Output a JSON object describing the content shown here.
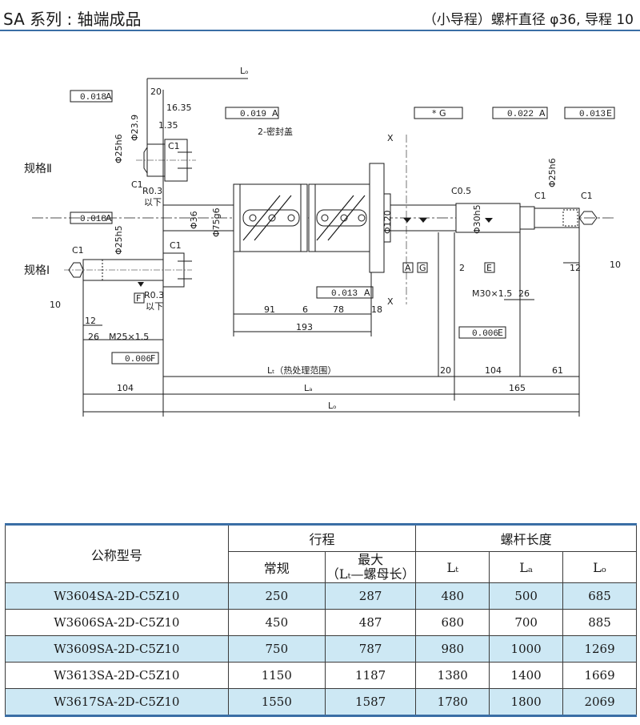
{
  "header": {
    "title": "SA 系列 : 轴端成品",
    "subtitle": "（小导程）螺杆直径 φ36, 导程 10",
    "accent_color": "#3a6ea5"
  },
  "drawing": {
    "spec2_label": "规格Ⅱ",
    "spec1_label": "规格Ⅰ",
    "seal_label": "2-密封盖",
    "tol_a": "0.018",
    "tol_b": "0.018",
    "tol_c": "0.019",
    "tol_d": "0.022",
    "tol_e": "0.013",
    "tol_f": "0.013",
    "tol_g": "0.006",
    "tol_h": "0.006",
    "ref_a": "A",
    "ref_e": "E",
    "ref_f": "F",
    "ref_g": "G",
    "star_g": "* G",
    "dim_20a": "20",
    "dim_1635": "16.35",
    "dim_135": "1.35",
    "dia_239": "Φ23.9",
    "dia_25h6": "Φ25h6",
    "dia_25h5": "Φ25h5",
    "dia_36": "Φ36",
    "dia_75": "Φ75g6",
    "dia_120": "Φ120",
    "dia_30h5": "Φ30h5",
    "dia_25h6b": "Φ25h6",
    "c1": "C1",
    "c05": "C0.5",
    "r03": "R0.3",
    "below": "以下",
    "m25": "M25×1.5",
    "m30": "M30×1.5",
    "dim_91": "91",
    "dim_6": "6",
    "dim_78": "78",
    "dim_18": "18",
    "dim_193": "193",
    "dim_2": "2",
    "dim_26a": "26",
    "dim_26b": "26",
    "dim_12a": "12",
    "dim_12b": "12",
    "dim_10a": "10",
    "dim_10b": "10",
    "dim_20b": "20",
    "dim_104a": "104",
    "dim_104b": "104",
    "dim_61": "61",
    "dim_165": "165",
    "lo": "Lₒ",
    "lt": "Lₜ（热处理范围）",
    "la": "Lₐ",
    "x_label": "X"
  },
  "table": {
    "col_model": "公称型号",
    "col_stroke": "行程",
    "col_normal": "常规",
    "col_max": "最大",
    "col_max_sub": "（Lₜ—螺母长）",
    "col_length": "螺杆长度",
    "col_lt": "Lₜ",
    "col_la": "Lₐ",
    "col_lo": "Lₒ",
    "shade_color": "#cde8f4",
    "rows": [
      {
        "model": "W3604SA-2D-C5Z10",
        "normal": "250",
        "max": "287",
        "lt": "480",
        "la": "500",
        "lo": "685"
      },
      {
        "model": "W3606SA-2D-C5Z10",
        "normal": "450",
        "max": "487",
        "lt": "680",
        "la": "700",
        "lo": "885"
      },
      {
        "model": "W3609SA-2D-C5Z10",
        "normal": "750",
        "max": "787",
        "lt": "980",
        "la": "1000",
        "lo": "1269"
      },
      {
        "model": "W3613SA-2D-C5Z10",
        "normal": "1150",
        "max": "1187",
        "lt": "1380",
        "la": "1400",
        "lo": "1669"
      },
      {
        "model": "W3617SA-2D-C5Z10",
        "normal": "1550",
        "max": "1587",
        "lt": "1780",
        "la": "1800",
        "lo": "2069"
      }
    ]
  }
}
